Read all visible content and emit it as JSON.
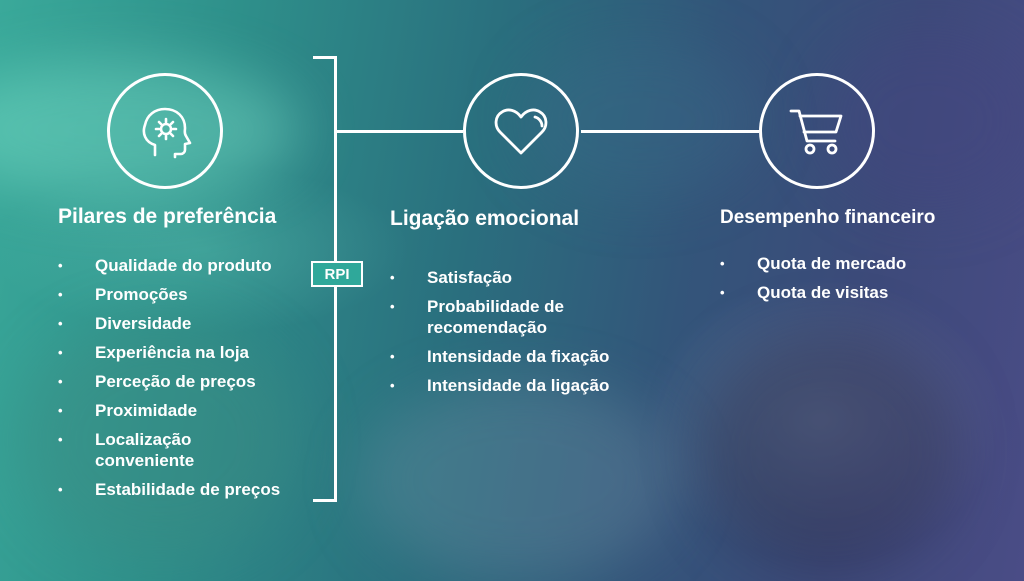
{
  "columns": [
    {
      "title": "Pilares de preferência",
      "icon": "brain-gear-icon",
      "items": [
        "Qualidade do produto",
        "Promoções",
        "Diversidade",
        "Experiência na loja",
        "Perceção de preços",
        "Proximidade",
        "Localização conveniente",
        "Estabilidade de preços"
      ]
    },
    {
      "title": "Ligação emocional",
      "icon": "heart-icon",
      "items": [
        "Satisfação",
        "Probabilidade de recomendação",
        "Intensidade da fixação",
        "Intensidade da ligação"
      ]
    },
    {
      "title": "Desempenho financeiro",
      "icon": "shopping-cart-icon",
      "items": [
        "Quota de mercado",
        "Quota de visitas"
      ]
    }
  ],
  "bracket_label": "RPI",
  "colors": {
    "line": "#ffffff",
    "badge": "#2fa89a",
    "text": "#ffffff"
  }
}
